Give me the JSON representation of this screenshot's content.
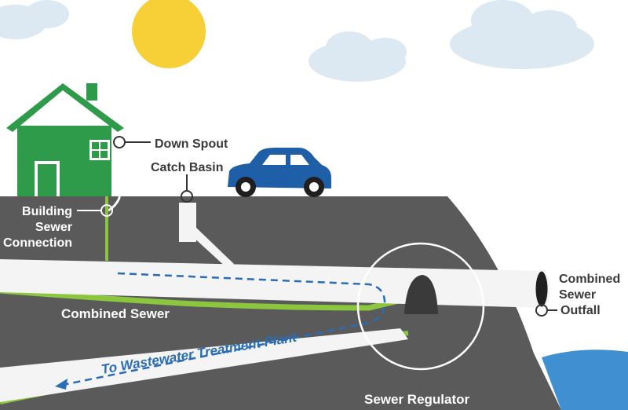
{
  "labels": {
    "down_spout": "Down Spout",
    "catch_basin": "Catch Basin",
    "building_sewer_connection": [
      "Building",
      "Sewer",
      "Connection"
    ],
    "combined_sewer": "Combined Sewer",
    "combined_sewer_outfall": [
      "Combined",
      "Sewer",
      "Outfall"
    ],
    "to_wastewater_treatment_plant": "To Wastewater Treatment Plant",
    "sewer_regulator": "Sewer Regulator"
  },
  "colors": {
    "sky": "#ffffff",
    "sun": "#f7d038",
    "cloud": "#dce8f2",
    "house": "#2e9b4a",
    "car": "#1f5fa8",
    "ground": "#5a5a5a",
    "pipe": "#f4f4f4",
    "grass_line": "#8cc63f",
    "flow_arrow": "#2a6db5",
    "water": "#3f8fd1",
    "label_text": "#3a3a3a"
  },
  "icons": [
    "sun-icon",
    "cloud-icon",
    "house-icon",
    "car-icon",
    "water-icon"
  ]
}
